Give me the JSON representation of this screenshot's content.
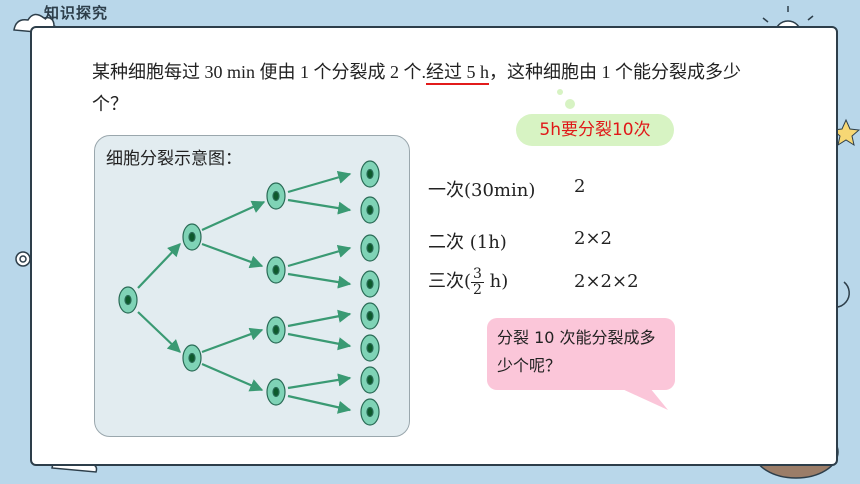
{
  "header": {
    "tag": "知识探究"
  },
  "problem": {
    "text_before": "某种细胞每过 30 min 便由 1 个分裂成 2 个.",
    "text_underlined": "经过 5 h",
    "text_after": "，这种细胞由 1 个能分裂成多少个？"
  },
  "hint": "5h要分裂10次",
  "diagram": {
    "title": "细胞分裂示意图："
  },
  "rows": [
    {
      "label": "一次(30min)",
      "value": "2"
    },
    {
      "label": "二次 (1h)",
      "value": "2×2"
    },
    {
      "label_prefix": "三次(",
      "frac_num": "3",
      "frac_den": "2",
      "label_suffix": " h)",
      "value": "2×2×2"
    }
  ],
  "question": "分裂 10 次能分裂成多少个呢？",
  "colors": {
    "accent_red": "#e01818",
    "cell_fill": "#7fd3b6",
    "arrow": "#3a9a73",
    "bubble": "#fbc6d9",
    "hint_bg": "#d7f3c3"
  }
}
